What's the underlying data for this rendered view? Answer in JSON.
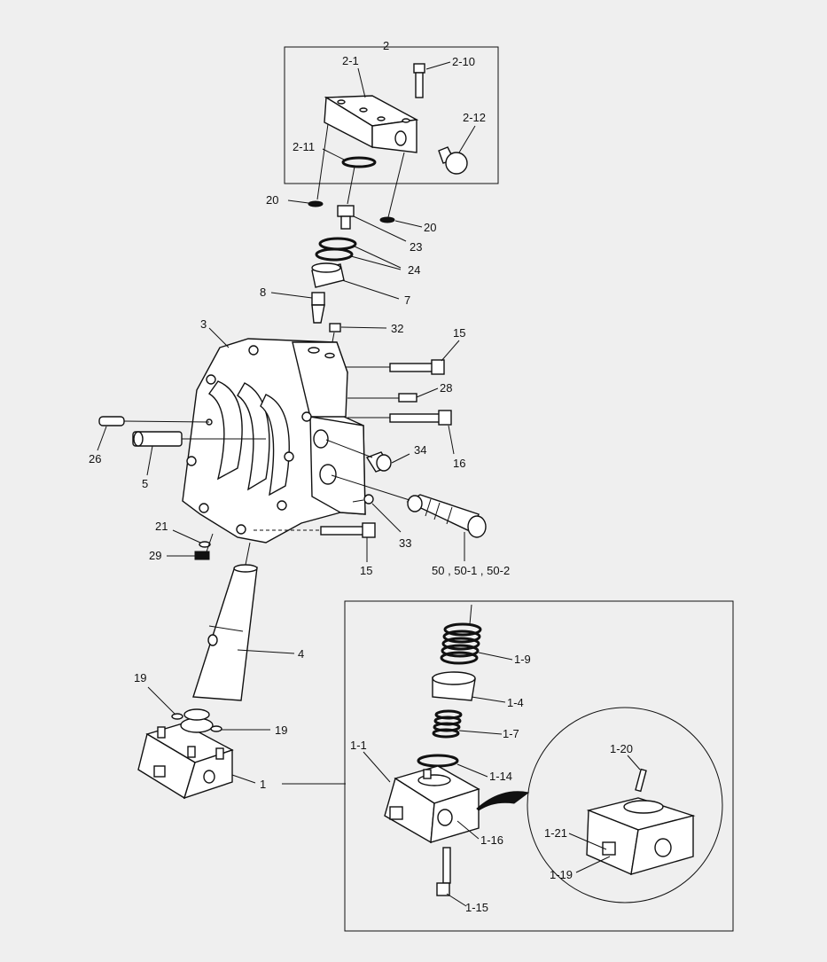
{
  "labels": {
    "l_2": "2",
    "l_2_1": "2-1",
    "l_2_10": "2-10",
    "l_2_11": "2-11",
    "l_2_12": "2-12",
    "l_20a": "20",
    "l_20b": "20",
    "l_23": "23",
    "l_24": "24",
    "l_8": "8",
    "l_7": "7",
    "l_3": "3",
    "l_32": "32",
    "l_15a": "15",
    "l_28": "28",
    "l_16": "16",
    "l_26": "26",
    "l_5": "5",
    "l_34": "34",
    "l_21": "21",
    "l_29": "29",
    "l_33": "33",
    "l_15b": "15",
    "l_50": "50 , 50-1 , 50-2",
    "l_4": "4",
    "l_19a": "19",
    "l_19b": "19",
    "l_1": "1",
    "l_1_9": "1-9",
    "l_1_4": "1-4",
    "l_1_7": "1-7",
    "l_1_1": "1-1",
    "l_1_14": "1-14",
    "l_1_16": "1-16",
    "l_1_15": "1-15",
    "l_1_20": "1-20",
    "l_1_21": "1-21",
    "l_1_19": "1-19"
  }
}
